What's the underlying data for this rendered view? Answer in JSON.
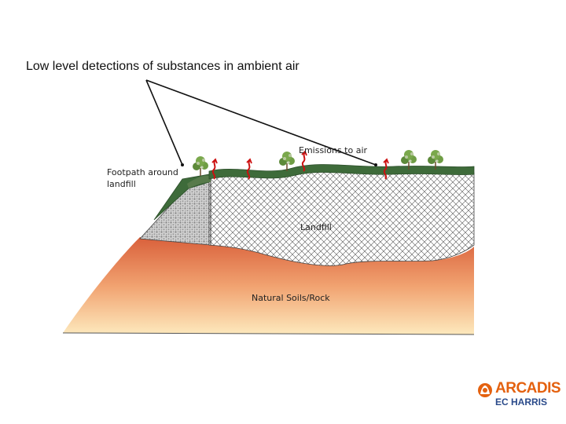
{
  "title": "Low level detections of substances in ambient air",
  "labels": {
    "footpath": "Footpath around landfill",
    "emissions": "Emissions to air",
    "landfill": "Landfill",
    "natural_soils": "Natural Soils/Rock"
  },
  "logo": {
    "name": "ARCADIS",
    "subtitle": "EC HARRIS"
  },
  "colors": {
    "soil_top": "#d9603b",
    "soil_bottom": "#fde9bd",
    "grass": "#3e6b3a",
    "emission_arrow": "#cc1111",
    "logo_orange": "#e4610f",
    "logo_blue": "#2a4a8a"
  },
  "icons": [
    "tree-icon",
    "emission-arrow-icon",
    "arcadis-logo-icon"
  ]
}
